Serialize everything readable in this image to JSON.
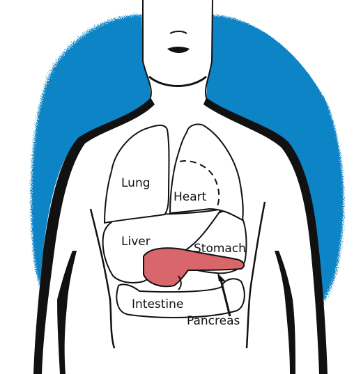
{
  "colors": {
    "background_splash": "#0a84c6",
    "outline": "#111111",
    "pancreas": "#d9666b",
    "fill": "#ffffff"
  },
  "labels": {
    "lung": "Lung",
    "heart": "Heart",
    "liver": "Liver",
    "stomach": "Stomach",
    "intestine": "Intestine",
    "pancreas": "Pancreas"
  }
}
